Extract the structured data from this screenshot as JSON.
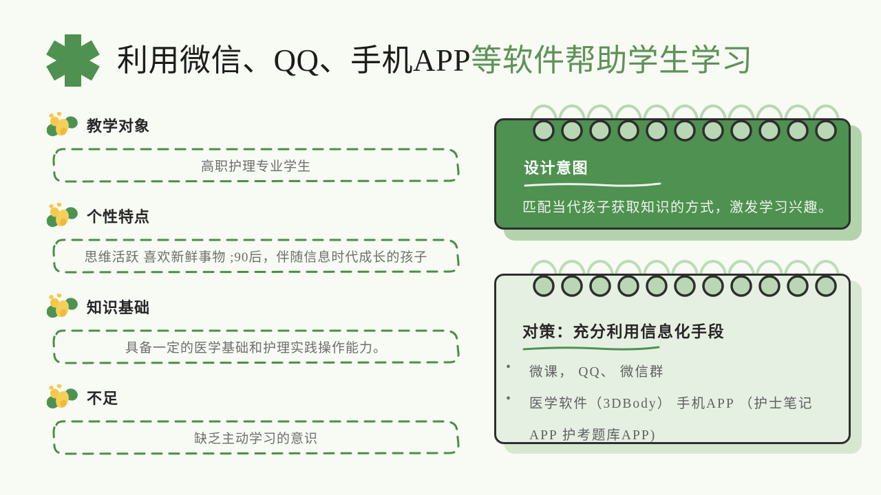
{
  "slide": {
    "background_color": "#f8faf4",
    "title": {
      "icon": "star-of-life-icon",
      "text_dark": "利用微信、QQ、手机APP",
      "text_green": "等软件帮助学生学习",
      "dark_color": "#1d1d1b",
      "green_color": "#5d9257"
    }
  },
  "left_column": {
    "icon": "butterfly-icon",
    "sections": [
      {
        "heading": "教学对象",
        "body": "高职护理专业学生"
      },
      {
        "heading": "个性特点",
        "body": "思维活跃 喜欢新鲜事物 ;90后，伴随信息时代成长的孩子"
      },
      {
        "heading": "知识基础",
        "body": "具备一定的医学基础和护理实践操作能力。"
      },
      {
        "heading": "不足",
        "body": "缺乏主动学习的意识"
      }
    ]
  },
  "right_column": {
    "cards": [
      {
        "id": "design-intent-card",
        "variant": "filled-green",
        "fill_color": "#4e9150",
        "title": "设计意图",
        "title_color": "#ffffff",
        "underline_color": "#eef6ec",
        "body": "匹配当代孩子获取知识的方式，激发学习兴趣。",
        "body_color": "#eef4ea"
      },
      {
        "id": "countermeasure-card",
        "variant": "light-green",
        "fill_color": "#e6f0e2",
        "title": "对策：充分利用信息化手段",
        "title_color": "#262626",
        "underline_color": "#4e9150",
        "bullets": [
          "微课， QQ、 微信群",
          "医学软件（3DBody）  手机APP （护士笔记",
          "APP 护考题库APP)"
        ],
        "bullet_marker": "•"
      }
    ],
    "ring_fill_color": "#b9d7b4",
    "ring_stroke_color": "#2e2e2e",
    "ring_count": 11
  }
}
